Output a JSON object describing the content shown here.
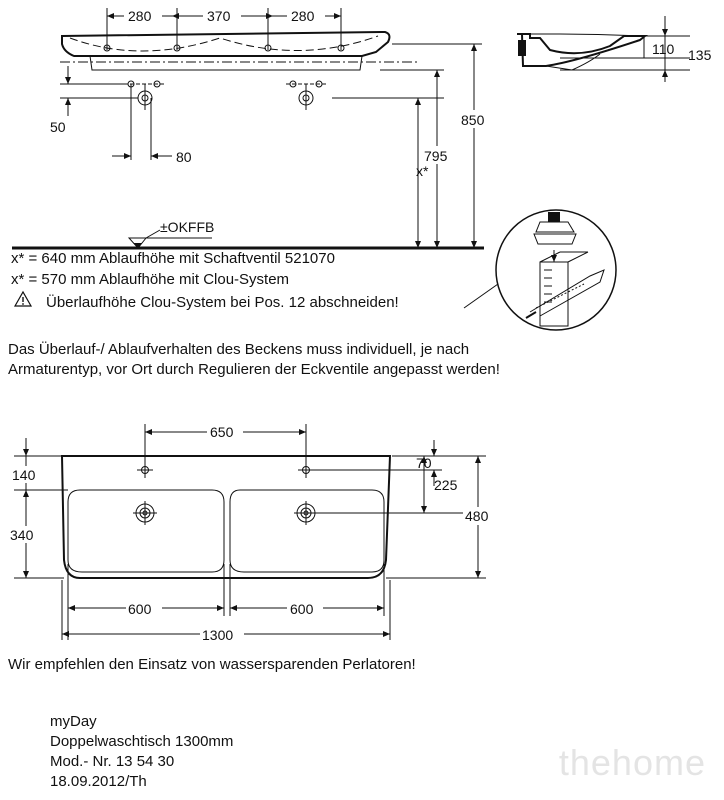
{
  "top_view": {
    "dim_holes": [
      "280",
      "370",
      "280"
    ],
    "dim_drain_offset": "50",
    "dim_drain_spacing": "80",
    "dim_height_total": "850",
    "dim_height_795": "795",
    "dim_x": "x*",
    "floor_label": "±OKFFB"
  },
  "side_view": {
    "dim_110": "110",
    "dim_135": "135"
  },
  "notes": {
    "line1": "x* = 640 mm Ablaufhöhe mit Schaftventil 521070",
    "line2": "x* = 570 mm Ablaufhöhe mit Clou-System",
    "warning": "Überlaufhöhe Clou-System bei Pos. 12 abschneiden!",
    "warning_icon": "warning-triangle-icon"
  },
  "paragraph": {
    "line1": "Das Überlauf-/ Ablaufverhalten des Beckens muss individuell, je nach",
    "line2": "Armaturentyp, vor Ort durch Regulieren der Eckventile angepasst werden!"
  },
  "plan_view": {
    "dim_650": "650",
    "dim_70": "70",
    "dim_225": "225",
    "dim_480": "480",
    "dim_140": "140",
    "dim_340": "340",
    "dim_600_left": "600",
    "dim_600_right": "600",
    "dim_1300": "1300"
  },
  "recommendation": "Wir empfehlen den Einsatz von wassersparenden Perlatoren!",
  "product": {
    "name": "myDay",
    "description": "Doppelwaschtisch 1300mm",
    "model": "Mod.- Nr. 13 54 30",
    "date": "18.09.2012/Th"
  },
  "watermark": "thehome"
}
